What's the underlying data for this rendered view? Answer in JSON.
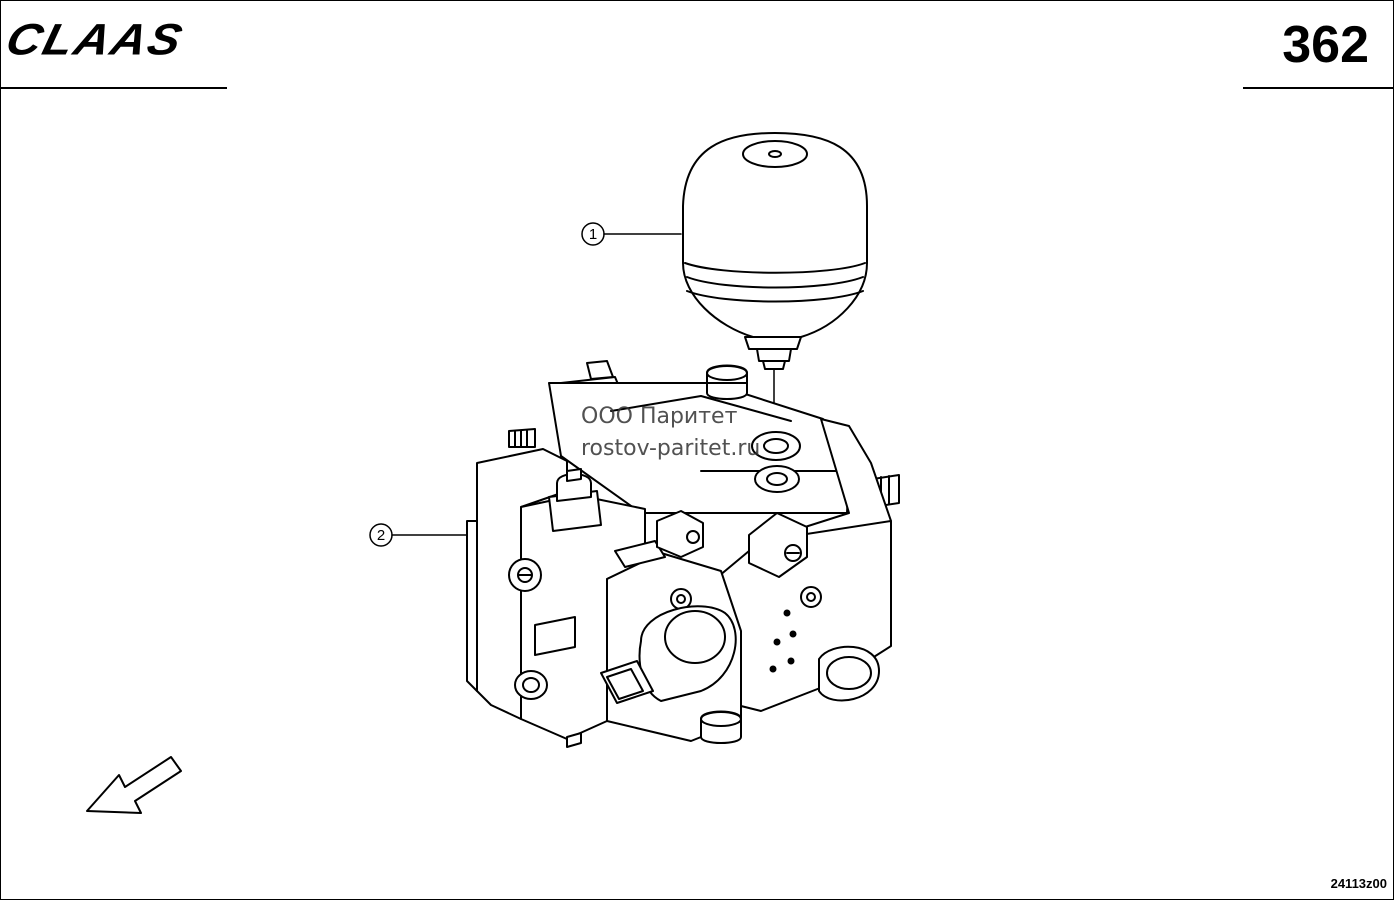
{
  "header": {
    "brand": "CLAAS",
    "page_number": "362"
  },
  "callouts": [
    {
      "number": "1"
    },
    {
      "number": "2"
    }
  ],
  "watermark": {
    "line1": "ООО Паритет",
    "line2": "rostov-paritet.ru"
  },
  "footer": {
    "drawing_code": "24113z00"
  },
  "icons": {
    "direction": "arrow-down-left-icon"
  }
}
